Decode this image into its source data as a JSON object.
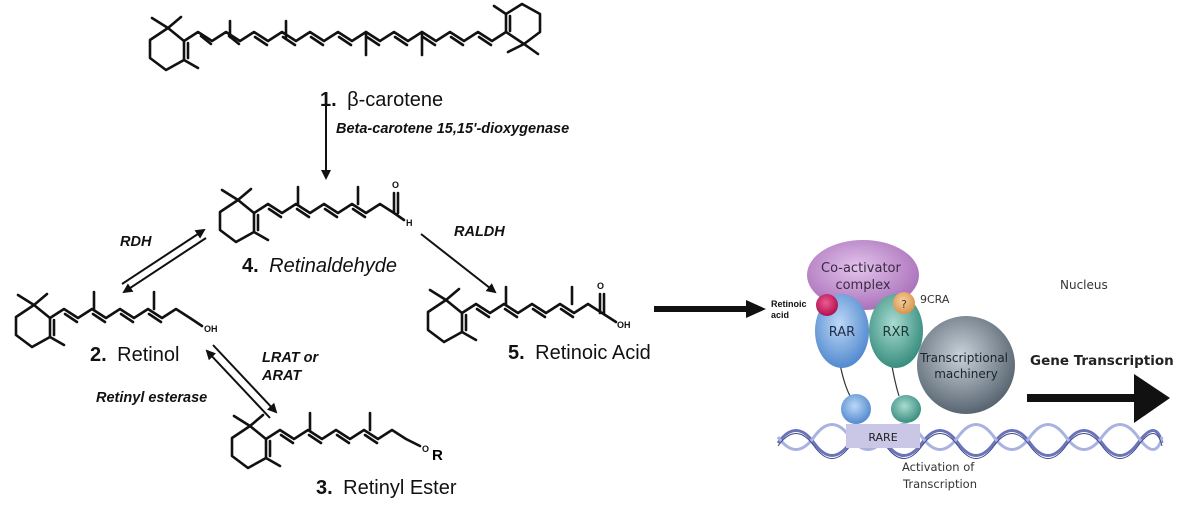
{
  "pathway": {
    "compounds": {
      "beta_carotene": {
        "number": "1.",
        "name": "β-carotene"
      },
      "retinol": {
        "number": "2.",
        "name": "Retinol",
        "group": "OH"
      },
      "retinyl_ester": {
        "number": "3.",
        "name": "Retinyl Ester",
        "group_o": "O",
        "group_r": "R"
      },
      "retinaldehyde": {
        "number": "4.",
        "name": "Retinaldehyde",
        "atom_o": "O",
        "atom_h": "H"
      },
      "retinoic_acid": {
        "number": "5.",
        "name": "Retinoic Acid",
        "atom_o": "O",
        "group": "OH"
      }
    },
    "enzymes": {
      "bcmo": "Beta-carotene 15,15'-dioxygenase",
      "rdh": "RDH",
      "raldh": "RALDH",
      "lrat_line1": "LRAT or",
      "lrat_line2": "ARAT",
      "esterase": "Retinyl esterase"
    }
  },
  "nucleus_panel": {
    "nucleus_label": "Nucleus",
    "coactivator_line1": "Co-activator",
    "coactivator_line2": "complex",
    "retinoic_line1": "Retinoic",
    "retinoic_line2": "acid",
    "ninecra": "9CRA",
    "unknown_ligand": "?",
    "rar": "RAR",
    "rxr": "RXR",
    "machinery_line1": "Transcriptional",
    "machinery_line2": "machinery",
    "rare": "RARE",
    "activation_line1": "Activation of",
    "activation_line2": "Transcription",
    "gene_transcription": "Gene Transcription",
    "colors": {
      "coactivator": "#b27cc0",
      "ra_ligand": "#c4145c",
      "ninecra_ligand": "#e0a865",
      "rar": "#5b93d6",
      "rxr": "#3f9a8c",
      "machinery": "#6d7a86",
      "rare_box": "#c9c6e6",
      "dna": "#7c86c8"
    }
  }
}
